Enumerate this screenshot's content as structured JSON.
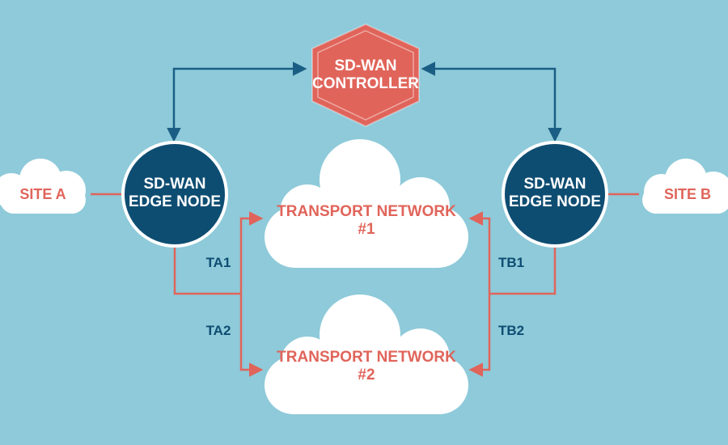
{
  "colors": {
    "background": "#8ecad9",
    "navy": "#0e4d72",
    "coral": "#e0645a",
    "cloud": "#ffffff",
    "link": "#1b5e85"
  },
  "controller": {
    "line1": "SD-WAN",
    "line2": "CONTROLLER"
  },
  "edge_a": {
    "line1": "SD-WAN",
    "line2": "EDGE NODE"
  },
  "edge_b": {
    "line1": "SD-WAN",
    "line2": "EDGE NODE"
  },
  "site_a": {
    "label": "SITE A"
  },
  "site_b": {
    "label": "SITE B"
  },
  "transport1": {
    "label": "TRANSPORT NETWORK #1"
  },
  "transport2": {
    "label": "TRANSPORT NETWORK #2"
  },
  "links": {
    "ta1": "TA1",
    "ta2": "TA2",
    "tb1": "TB1",
    "tb2": "TB2"
  }
}
